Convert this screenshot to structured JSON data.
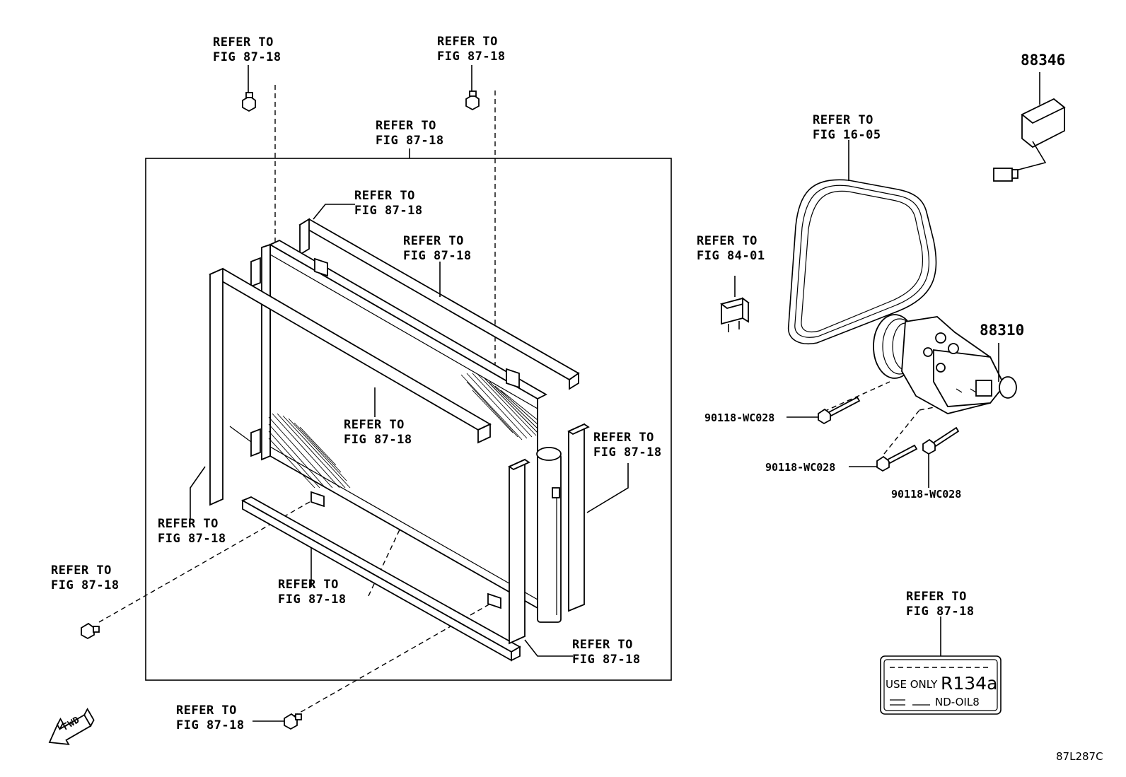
{
  "callouts": {
    "refer_87_18": [
      "REFER TO",
      "FIG 87-18"
    ],
    "refer_16_05": [
      "REFER TO",
      "FIG 16-05"
    ],
    "refer_84_01": [
      "REFER TO",
      "FIG 84-01"
    ]
  },
  "parts": {
    "sensor": "88346",
    "compressor": "88310",
    "bolt": "90118-WC028"
  },
  "label_tag": {
    "use_only": "USE ONLY",
    "refrigerant": "R134a",
    "oil": "ND-OIL8"
  },
  "direction_arrow": "FWD",
  "figure_code": "87L287C"
}
